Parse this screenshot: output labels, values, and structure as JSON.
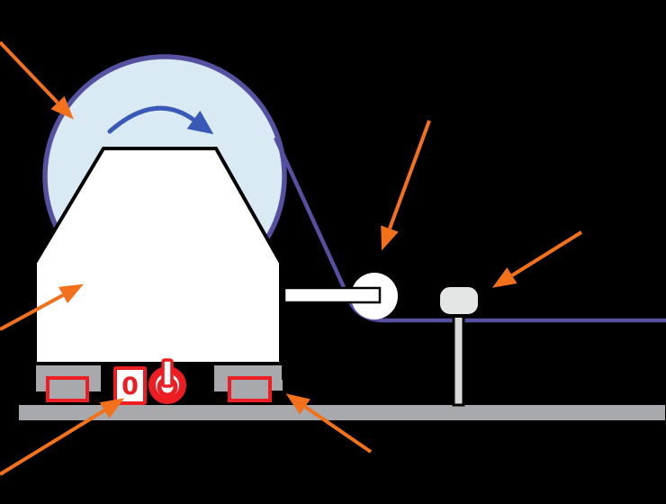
{
  "colors": {
    "background": "#000000",
    "spool_fill": "#d9eaf5",
    "cable_purple": "#5551a0",
    "rotation_blue": "#3a59b7",
    "callout_orange": "#f4711c",
    "accent_red": "#ec1e24",
    "ground_gray": "#a7a9ac",
    "guide_gray": "#e4e5e5",
    "post_gray": "#dadada",
    "body_white": "#ffffff",
    "outline_black": "#000000"
  },
  "diagram": {
    "type": "schematic-illustration",
    "rotation_direction": "clockwise",
    "switch_label": "0",
    "parts": [
      "cable-spool",
      "rotation-arrow",
      "machine-body",
      "cable",
      "pulley-arm",
      "pulley",
      "cable-guide",
      "guide-post",
      "ground",
      "left-foot",
      "right-foot",
      "power-switch",
      "power-button"
    ],
    "callout_arrow_targets": [
      "cable-spool",
      "machine-body",
      "pulley",
      "cable-guide",
      "power-switch",
      "right-foot"
    ]
  }
}
